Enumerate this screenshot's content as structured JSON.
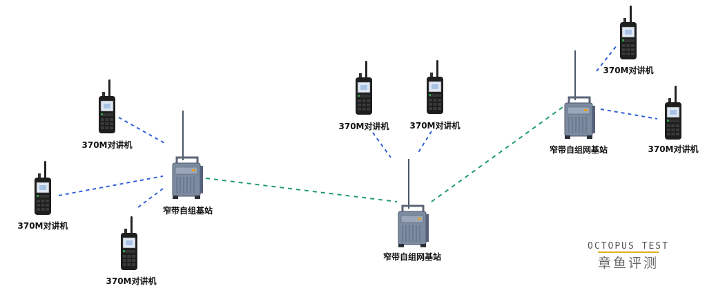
{
  "radio_label": "370M对讲机",
  "stations": [
    {
      "label": "窄带自组基站"
    },
    {
      "label": "窄带自组网基站"
    },
    {
      "label": "窄带自组网基站"
    }
  ],
  "radios": [
    {
      "label": "370M对讲机"
    },
    {
      "label": "370M对讲机"
    },
    {
      "label": "370M对讲机"
    },
    {
      "label": "370M对讲机"
    },
    {
      "label": "370M对讲机"
    },
    {
      "label": "370M对讲机"
    },
    {
      "label": "370M对讲机"
    }
  ],
  "watermark": {
    "en": "OCTOPUS TEST",
    "cn": "章鱼评测"
  },
  "colors": {
    "radio_link": "#2f5fd8",
    "station_link": "#1f9a6c"
  }
}
